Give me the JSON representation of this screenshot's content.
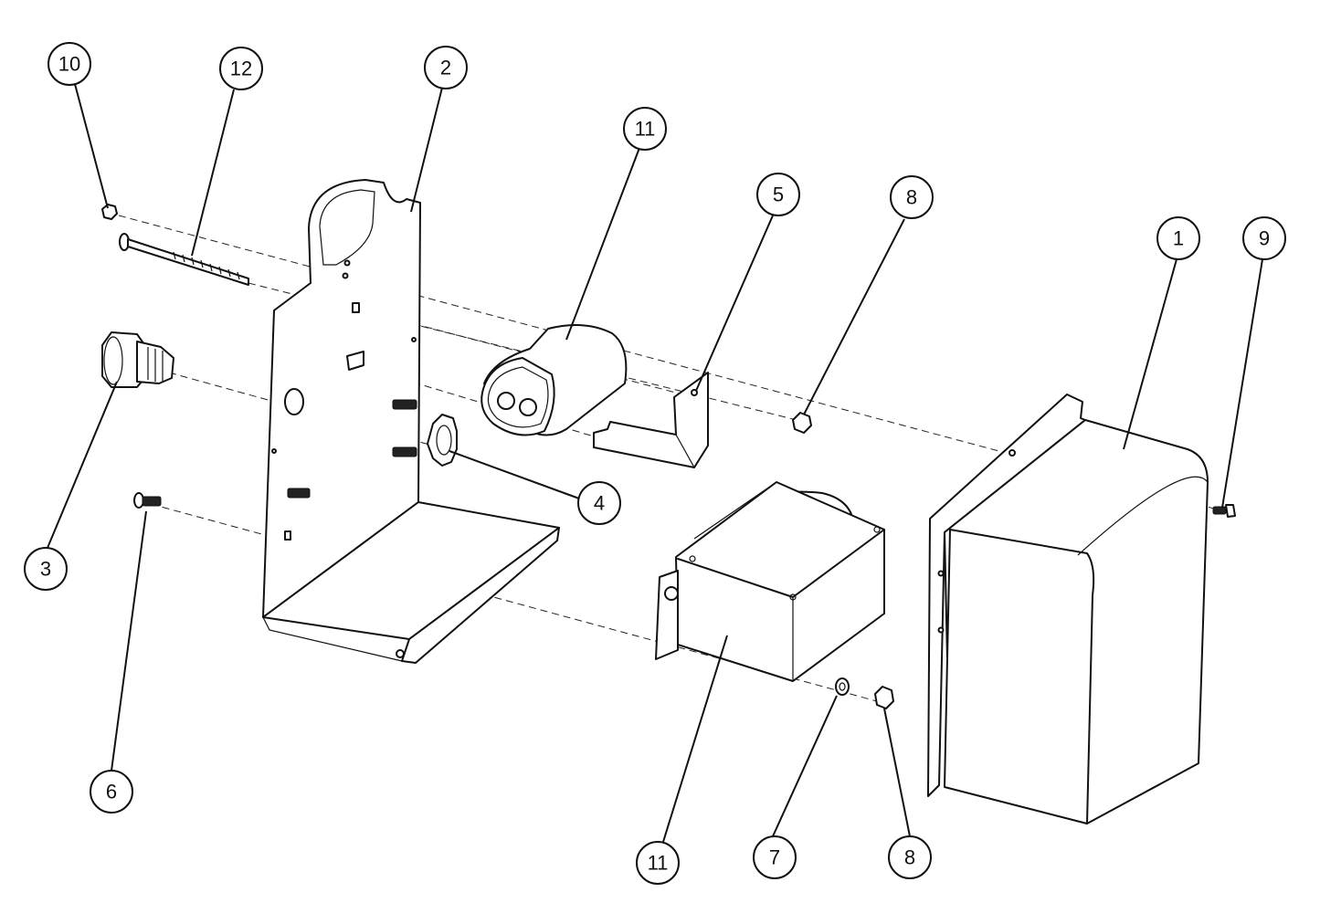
{
  "diagram": {
    "type": "exploded-parts-view",
    "callouts": [
      {
        "id": "callout-10",
        "label": "10"
      },
      {
        "id": "callout-12",
        "label": "12"
      },
      {
        "id": "callout-2",
        "label": "2"
      },
      {
        "id": "callout-11-capacitor",
        "label": "11"
      },
      {
        "id": "callout-5",
        "label": "5"
      },
      {
        "id": "callout-8-top",
        "label": "8"
      },
      {
        "id": "callout-1",
        "label": "1"
      },
      {
        "id": "callout-9",
        "label": "9"
      },
      {
        "id": "callout-3",
        "label": "3"
      },
      {
        "id": "callout-4",
        "label": "4"
      },
      {
        "id": "callout-6",
        "label": "6"
      },
      {
        "id": "callout-11-transformer",
        "label": "11"
      },
      {
        "id": "callout-7",
        "label": "7"
      },
      {
        "id": "callout-8-bottom",
        "label": "8"
      }
    ]
  }
}
